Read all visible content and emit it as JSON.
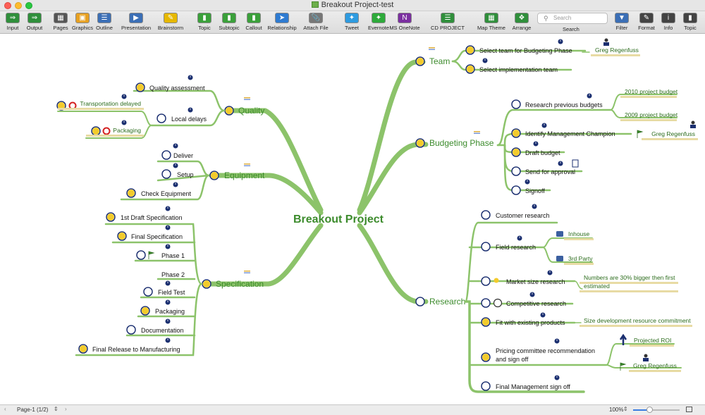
{
  "window": {
    "title": "Breakout Project-test"
  },
  "toolbar": {
    "buttons": [
      {
        "label": "Input",
        "icon": "input-icon",
        "color": "#2f8f3b"
      },
      {
        "label": "Output",
        "icon": "output-icon",
        "color": "#2f8f3b"
      },
      {
        "label": "Pages",
        "icon": "pages-icon",
        "color": "#555555"
      },
      {
        "label": "Graphics",
        "icon": "graphics-icon",
        "color": "#e7a020"
      },
      {
        "label": "Outline",
        "icon": "outline-icon",
        "color": "#3b6fb6"
      },
      {
        "label": "Presentation",
        "icon": "presentation-icon",
        "color": "#3b6fb6"
      },
      {
        "label": "Brainstorm",
        "icon": "brainstorm-icon",
        "color": "#e6b800"
      },
      {
        "label": "Topic",
        "icon": "topic-icon",
        "color": "#3aa03a"
      },
      {
        "label": "Subtopic",
        "icon": "subtopic-icon",
        "color": "#3aa03a"
      },
      {
        "label": "Callout",
        "icon": "callout-icon",
        "color": "#3aa03a"
      },
      {
        "label": "Relationship",
        "icon": "relationship-icon",
        "color": "#2e7bd1"
      },
      {
        "label": "Attach File",
        "icon": "attach-file-icon",
        "color": "#777777"
      },
      {
        "label": "Tweet",
        "icon": "tweet-icon",
        "color": "#2e9be0"
      },
      {
        "label": "Evernote",
        "icon": "evernote-icon",
        "color": "#2daa3a"
      },
      {
        "label": "MS OneNote",
        "icon": "onenote-icon",
        "color": "#7b2fa0"
      },
      {
        "label": "CD PROJECT",
        "icon": "cd-project-icon",
        "color": "#2f8f3b"
      },
      {
        "label": "Map Theme",
        "icon": "map-theme-icon",
        "color": "#2f8f3b"
      },
      {
        "label": "Arrange",
        "icon": "arrange-icon",
        "color": "#2f8f3b"
      },
      {
        "label": "Filter",
        "icon": "filter-icon",
        "color": "#3b6fb6"
      },
      {
        "label": "Format",
        "icon": "format-icon",
        "color": "#444444"
      },
      {
        "label": "Info",
        "icon": "info-icon",
        "color": "#444444"
      },
      {
        "label": "Topic",
        "icon": "topic-panel-icon",
        "color": "#444444"
      }
    ],
    "search": {
      "placeholder": "Search",
      "label": "Search"
    }
  },
  "map": {
    "central": "Breakout Project",
    "colors": {
      "branch": "#8cc36a",
      "central_text": "#3c8b2c",
      "main_text": "#3c8b2c",
      "callout_text": "#2d6d1e",
      "callout_bar": "#e8dba4",
      "icon_blue": "#1b2f70",
      "icon_yellow": "#f3cb2c"
    },
    "branches": {
      "team": {
        "label": "Team",
        "topics": [
          "Select team for Budgeting Phase",
          "Select implementation team"
        ],
        "callouts": [
          "Greg Regenfuss"
        ]
      },
      "budgeting": {
        "label": "Budgeting Phase",
        "topics": [
          "Research previous budgets",
          "Identify Management Champion",
          "Draft budget",
          "Send for approval",
          "Signoff"
        ],
        "callouts": [
          "2010 project budget",
          "2009 project budget",
          "Greg Regenfuss"
        ]
      },
      "research": {
        "label": "Research",
        "topics": [
          "Customer research",
          "Field research",
          "Market size research",
          "Competitive research",
          "Fit with existing products",
          "Pricing committee recommendation",
          "and sign off",
          "Final Management sign off"
        ],
        "callouts": [
          "Inhouse",
          "3rd Party",
          "Numbers are 30% bigger then first",
          "estimated",
          "Size development resource commitment",
          "Projected ROI",
          "Greg Regenfuss"
        ]
      },
      "quality": {
        "label": "Quality",
        "topics": [
          "Quality assessment",
          "Local delays"
        ],
        "callouts": [
          "Transportation delayed",
          "Packaging"
        ]
      },
      "equipment": {
        "label": "Equipment",
        "topics": [
          "Deliver",
          "Setup",
          "Check Equipment"
        ]
      },
      "specification": {
        "label": "Specification",
        "topics": [
          "1st Draft Specification",
          "Final Specification",
          "Phase 1",
          "Phase 2",
          "Field Test",
          "Packaging",
          "Documentation",
          "Final Release to Manufacturing"
        ]
      }
    }
  },
  "status": {
    "page": "Page-1 (1/2)",
    "zoom": "100%",
    "zoom_level": 0.35
  }
}
